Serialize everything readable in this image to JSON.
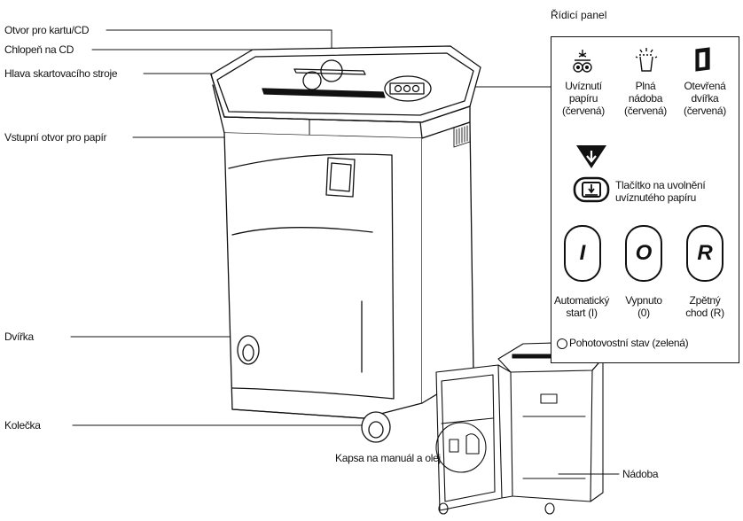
{
  "labels": {
    "card_slot": "Otvor pro kartu/CD",
    "cd_flap": "Chlopeň na CD",
    "shredder_head": "Hlava skartovacího stroje",
    "paper_entry": "Vstupní otvor pro papír",
    "door": "Dvířka",
    "casters": "Kolečka",
    "manual_pocket": "Kapsa na manuál a olej",
    "bin": "Nádoba"
  },
  "panel": {
    "title": "Řídicí panel",
    "indicators": [
      {
        "icon": "paper-jam-icon",
        "line1": "Uvíznutí",
        "line2": "papíru",
        "line3": "(červená)"
      },
      {
        "icon": "full-bin-icon",
        "line1": "Plná",
        "line2": "nádoba",
        "line3": "(červená)"
      },
      {
        "icon": "door-open-icon",
        "line1": "Otevřená",
        "line2": "dvířka",
        "line3": "(červená)"
      }
    ],
    "release_line1": "Tlačítko na uvolnění",
    "release_line2": "uvíznutého papíru",
    "buttons": [
      {
        "symbol": "I",
        "line1": "Automatický",
        "line2": "start (I)"
      },
      {
        "symbol": "O",
        "line1": "Vypnuto",
        "line2": "(0)"
      },
      {
        "symbol": "R",
        "line1": "Zpětný",
        "line2": "chod (R)"
      }
    ],
    "standby": "Pohotovostní stav (zelená)"
  }
}
